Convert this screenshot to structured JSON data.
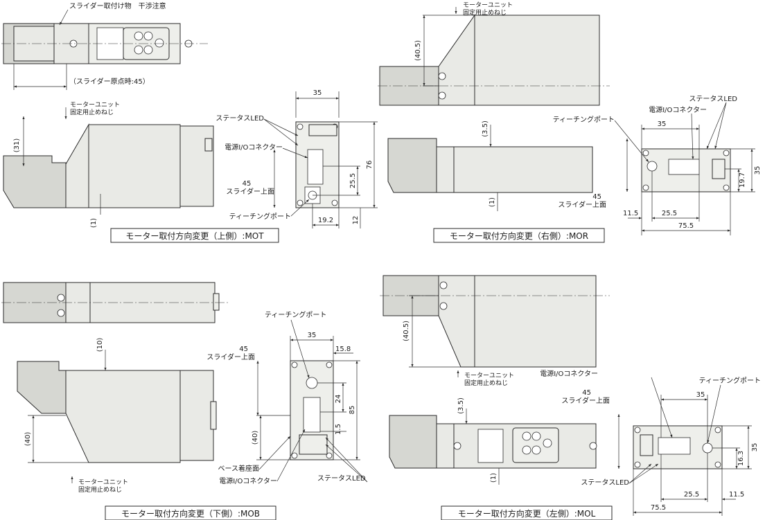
{
  "labels": {
    "slider_interference": "スライダー取付け物　干渉注意",
    "slider_origin": "（スライダー原点時:45）",
    "motor_unit_screw_l1": "モーターユニット",
    "motor_unit_screw_l2": "固定用止めねじ",
    "status_led": "ステータスLED",
    "power_io_connector": "電源I/Oコネクター",
    "teaching_port": "ティーチングポート",
    "slider_top_l1": "45",
    "slider_top_l2": "スライダー上面",
    "base_mount_face": "ベース着座面"
  },
  "captions": {
    "mot": "モーター取付方向変更（上側）:MOT",
    "mor": "モーター取付方向変更（右側）:MOR",
    "mob": "モーター取付方向変更（下側）:MOB",
    "mol": "モーター取付方向変更（左側）:MOL"
  },
  "dims": {
    "mot": {
      "d31": "(31)",
      "d1": "(1)",
      "w35": "35",
      "h76": "76",
      "h25_5": "25.5",
      "w19_2": "19.2",
      "h12": "12"
    },
    "mor": {
      "d40_5": "(40.5)",
      "d3_5": "(3.5)",
      "d1": "(1)",
      "w35": "35",
      "h19_7": "19.7",
      "h35": "35",
      "w11_5": "11.5",
      "w25_5": "25.5",
      "w75_5": "75.5"
    },
    "mob": {
      "d10": "(10)",
      "d40a": "(40)",
      "d40b": "(40)",
      "w35": "35",
      "w15_8": "15.8",
      "h24": "24",
      "h85": "85",
      "h1_5": "1.5"
    },
    "mol": {
      "d40_5": "(40.5)",
      "d3_5": "(3.5)",
      "d1": "(1)",
      "w35": "35",
      "h35": "35",
      "h16_3": "16.3",
      "w25_5": "25.5",
      "w11_5": "11.5",
      "w75_5": "75.5"
    }
  }
}
